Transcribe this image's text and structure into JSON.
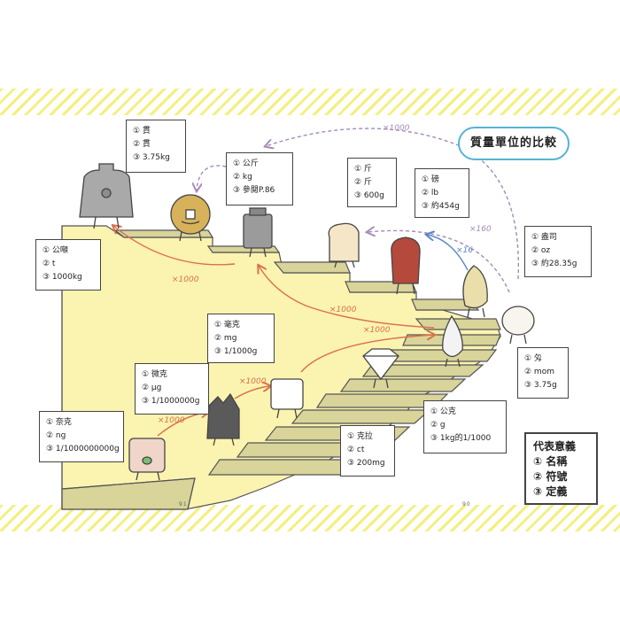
{
  "title": "質量單位的比較",
  "legend": {
    "title": "代表意義",
    "items": [
      "① 名稱",
      "② 符號",
      "③ 定義"
    ]
  },
  "page_numbers": {
    "left": "91",
    "right": "90"
  },
  "units": [
    {
      "id": "kan",
      "name": "① 貫",
      "symbol": "② 貫",
      "definition": "③ 3.75kg"
    },
    {
      "id": "kin",
      "name": "① 公斤",
      "symbol": "② kg",
      "definition": "③ 參閱P.86"
    },
    {
      "id": "jin",
      "name": "① 斤",
      "symbol": "② 斤",
      "definition": "③ 600g"
    },
    {
      "id": "lb",
      "name": "① 磅",
      "symbol": "② lb",
      "definition": "③ 約454g"
    },
    {
      "id": "oz",
      "name": "① 盎司",
      "symbol": "② oz",
      "definition": "③ 約28.35g"
    },
    {
      "id": "ton",
      "name": "① 公噸",
      "symbol": "② t",
      "definition": "③ 1000kg"
    },
    {
      "id": "mg",
      "name": "① 毫克",
      "symbol": "② mg",
      "definition": "③ 1/1000g"
    },
    {
      "id": "mom",
      "name": "① 匁",
      "symbol": "② mom",
      "definition": "③ 3.75g"
    },
    {
      "id": "ug",
      "name": "① 微克",
      "symbol": "② μg",
      "definition": "③ 1/1000000g"
    },
    {
      "id": "g",
      "name": "① 公克",
      "symbol": "② g",
      "definition": "③ 1kg的1/1000"
    },
    {
      "id": "ng",
      "name": "① 奈克",
      "symbol": "② ng",
      "definition": "③ 1/1000000000g"
    },
    {
      "id": "ct",
      "name": "① 克拉",
      "symbol": "② ct",
      "definition": "③ 200mg"
    }
  ],
  "multipliers": {
    "ng_to_ug": "×1000",
    "ug_to_mg": "×1000",
    "mg_to_g": "×1000",
    "g_to_kg": "×1000",
    "kg_to_t": "×1000",
    "kg_to_kan": "×1000",
    "oz_to_lb": "×16",
    "oz_to_jin": "×160"
  },
  "colors": {
    "stripe": "#f4ef7e",
    "stairs_fill": "#fbf3b0",
    "step_face": "#d8d49a",
    "outline": "#555555",
    "arrow_metric": "#d9714a",
    "arrow_traditional": "#a58ab8",
    "arrow_imperial": "#5b86c4",
    "title_border": "#55b4d6"
  }
}
